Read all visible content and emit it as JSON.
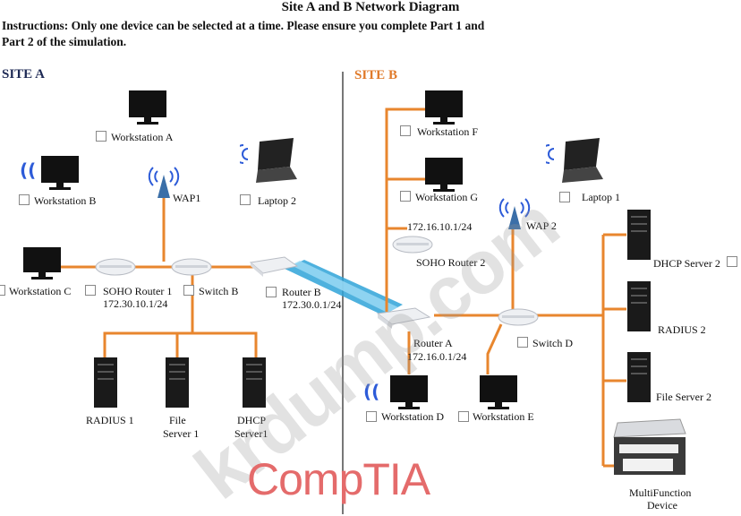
{
  "title": "Site A and B Network Diagram",
  "instructions_line1": "Instructions: Only one device can be selected at a time. Please ensure you complete Part 1 and",
  "instructions_line2": "Part 2 of the simulation.",
  "site_a": "SITE A",
  "site_b": "SITE B",
  "colors": {
    "link": "#e8862e",
    "site_b": "#e07a2a",
    "trunk": "#2fa3d8",
    "divider": "#777777"
  },
  "devices": {
    "workstation_a": "Workstation A",
    "workstation_b": "Workstation B",
    "wap1": "WAP1",
    "laptop_2": "Laptop 2",
    "workstation_c": "Workstation C",
    "soho_router_1": "SOHO Router 1",
    "soho_router_1_ip": "172.30.10.1/24",
    "switch_b": "Switch B",
    "router_b": "Router B",
    "router_b_ip": "172.30.0.1/24",
    "radius_1": "RADIUS 1",
    "file_server_1_l1": "File",
    "file_server_1_l2": "Server 1",
    "dhcp_server_1_l1": "DHCP",
    "dhcp_server_1_l2": "Server1",
    "workstation_f": "Workstation F",
    "workstation_g": "Workstation G",
    "laptop_1": "Laptop 1",
    "soho_router_2_ip": "172.16.10.1/24",
    "soho_router_2": "SOHO Router 2",
    "wap2": "WAP 2",
    "dhcp_server_2": "DHCP Server 2",
    "radius_2": "RADIUS 2",
    "router_a": "Router A",
    "router_a_ip": "172.16.0.1/24",
    "switch_d": "Switch D",
    "file_server_2": "File Server 2",
    "workstation_d": "Workstation D",
    "workstation_e": "Workstation E",
    "mfd_l1": "MultiFunction",
    "mfd_l2": "Device"
  },
  "watermark": "krdump.com",
  "logo": "CompTIA"
}
